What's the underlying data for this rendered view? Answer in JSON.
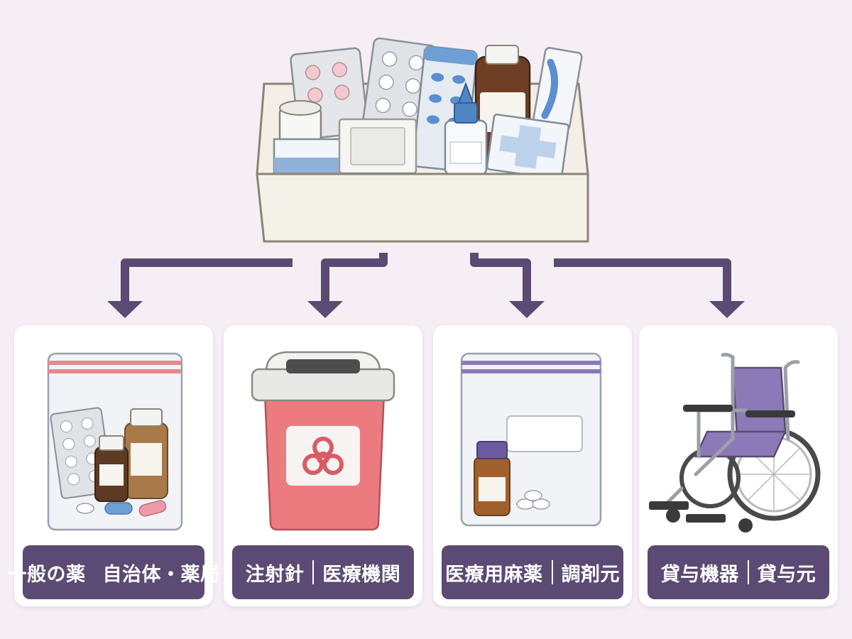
{
  "colors": {
    "background": "#f5eff5",
    "arrow": "#5b4a73",
    "label_bg": "#5b4a73",
    "label_text": "#ffffff"
  },
  "source": {
    "icon": "medicine-box-icon"
  },
  "categories": [
    {
      "item": "一般の薬",
      "destination": "自治体・薬局",
      "icon": "pill-bag-icon"
    },
    {
      "item": "注射針",
      "destination": "医療機関",
      "icon": "sharps-container-icon"
    },
    {
      "item": "医療用麻薬",
      "destination": "調剤元",
      "icon": "narcotic-bag-icon"
    },
    {
      "item": "貸与機器",
      "destination": "貸与元",
      "icon": "wheelchair-icon"
    }
  ]
}
